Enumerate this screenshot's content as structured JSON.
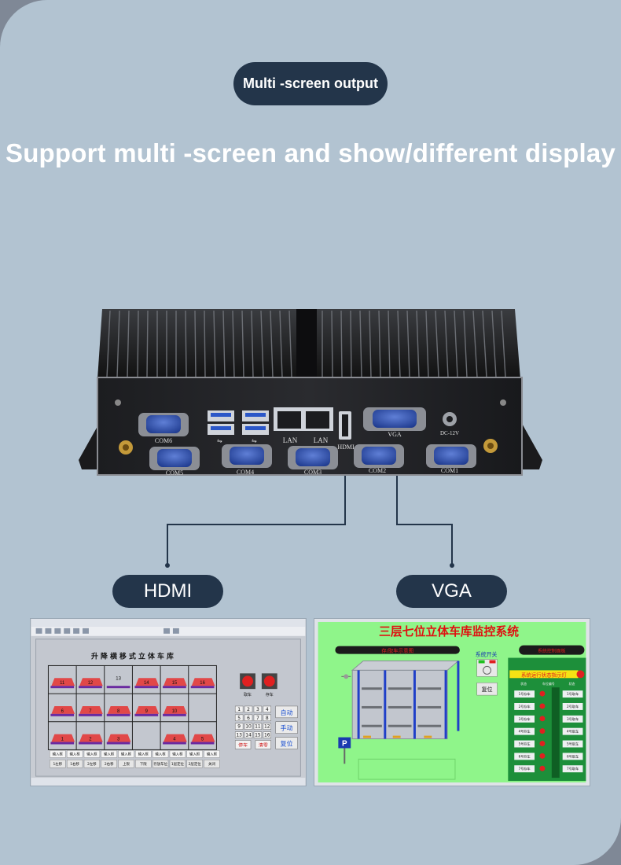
{
  "header": {
    "pill_label": "Multi -screen output",
    "headline": "Support multi -screen and show/different display"
  },
  "device": {
    "ports": {
      "com6": "COM6",
      "com5": "COM5",
      "com4": "COM4",
      "com3": "COM3",
      "com2": "COM2",
      "com1": "COM1",
      "lan1": "LAN",
      "lan2": "LAN",
      "hdmi": "HDMI",
      "vga": "VGA",
      "dc": "DC-12V"
    }
  },
  "outputs": {
    "hdmi_label": "HDMI",
    "vga_label": "VGA"
  },
  "hdmi_screen": {
    "title": "升 降 横 移 式 立 体 车 库",
    "slots_row1": [
      "11",
      "12",
      "13",
      "14",
      "15",
      "16"
    ],
    "slots_row2": [
      "6",
      "7",
      "8",
      "9",
      "10",
      ""
    ],
    "slots_row3": [
      "1",
      "2",
      "3",
      "",
      "4",
      "5"
    ],
    "btn_take": "取车",
    "btn_store": "存车",
    "btn_auto": "自动",
    "btn_manual": "手动",
    "btn_reset": "复位",
    "btn_stop": "停车",
    "btn_clear": "清零",
    "keypad": [
      "1",
      "2",
      "3",
      "4",
      "5",
      "6",
      "7",
      "8",
      "9",
      "10",
      "11",
      "12",
      "13",
      "14",
      "15",
      "16"
    ],
    "input_labels": [
      "输入框",
      "输入框",
      "输入框",
      "输入框",
      "输入框",
      "输入框",
      "输入框",
      "输入框",
      "输入框",
      "输入框"
    ],
    "bottom_buttons": [
      "1左移",
      "1右移",
      "2左移",
      "2右移",
      "上限",
      "下限",
      "存放车位",
      "1层定位",
      "2层定位",
      "关闭"
    ]
  },
  "vga_screen": {
    "title": "三层七位立体车库监控系统",
    "panel_left_title": "存/取车示意图",
    "switch_label": "系统开关",
    "reset_label": "复位",
    "panel_right_title": "系统控制面板",
    "status_text": "系统运行状态指示灯",
    "col_headers": [
      "状态",
      "车位编号",
      "状态"
    ],
    "left_cars": [
      "1号存车",
      "2号存车",
      "3号存车",
      "4号存车",
      "5号存车",
      "6号存车",
      "7号存车"
    ],
    "right_cars": [
      "1号取车",
      "2号取车",
      "3号取车",
      "4号取车",
      "5号取车",
      "6号取车",
      "7号取车"
    ],
    "parking_sign": "P"
  },
  "colors": {
    "page_bg": "#b2c3d1",
    "pill_bg": "#23354a",
    "accent_green": "#8ff58a",
    "red_light": "#e02020"
  }
}
